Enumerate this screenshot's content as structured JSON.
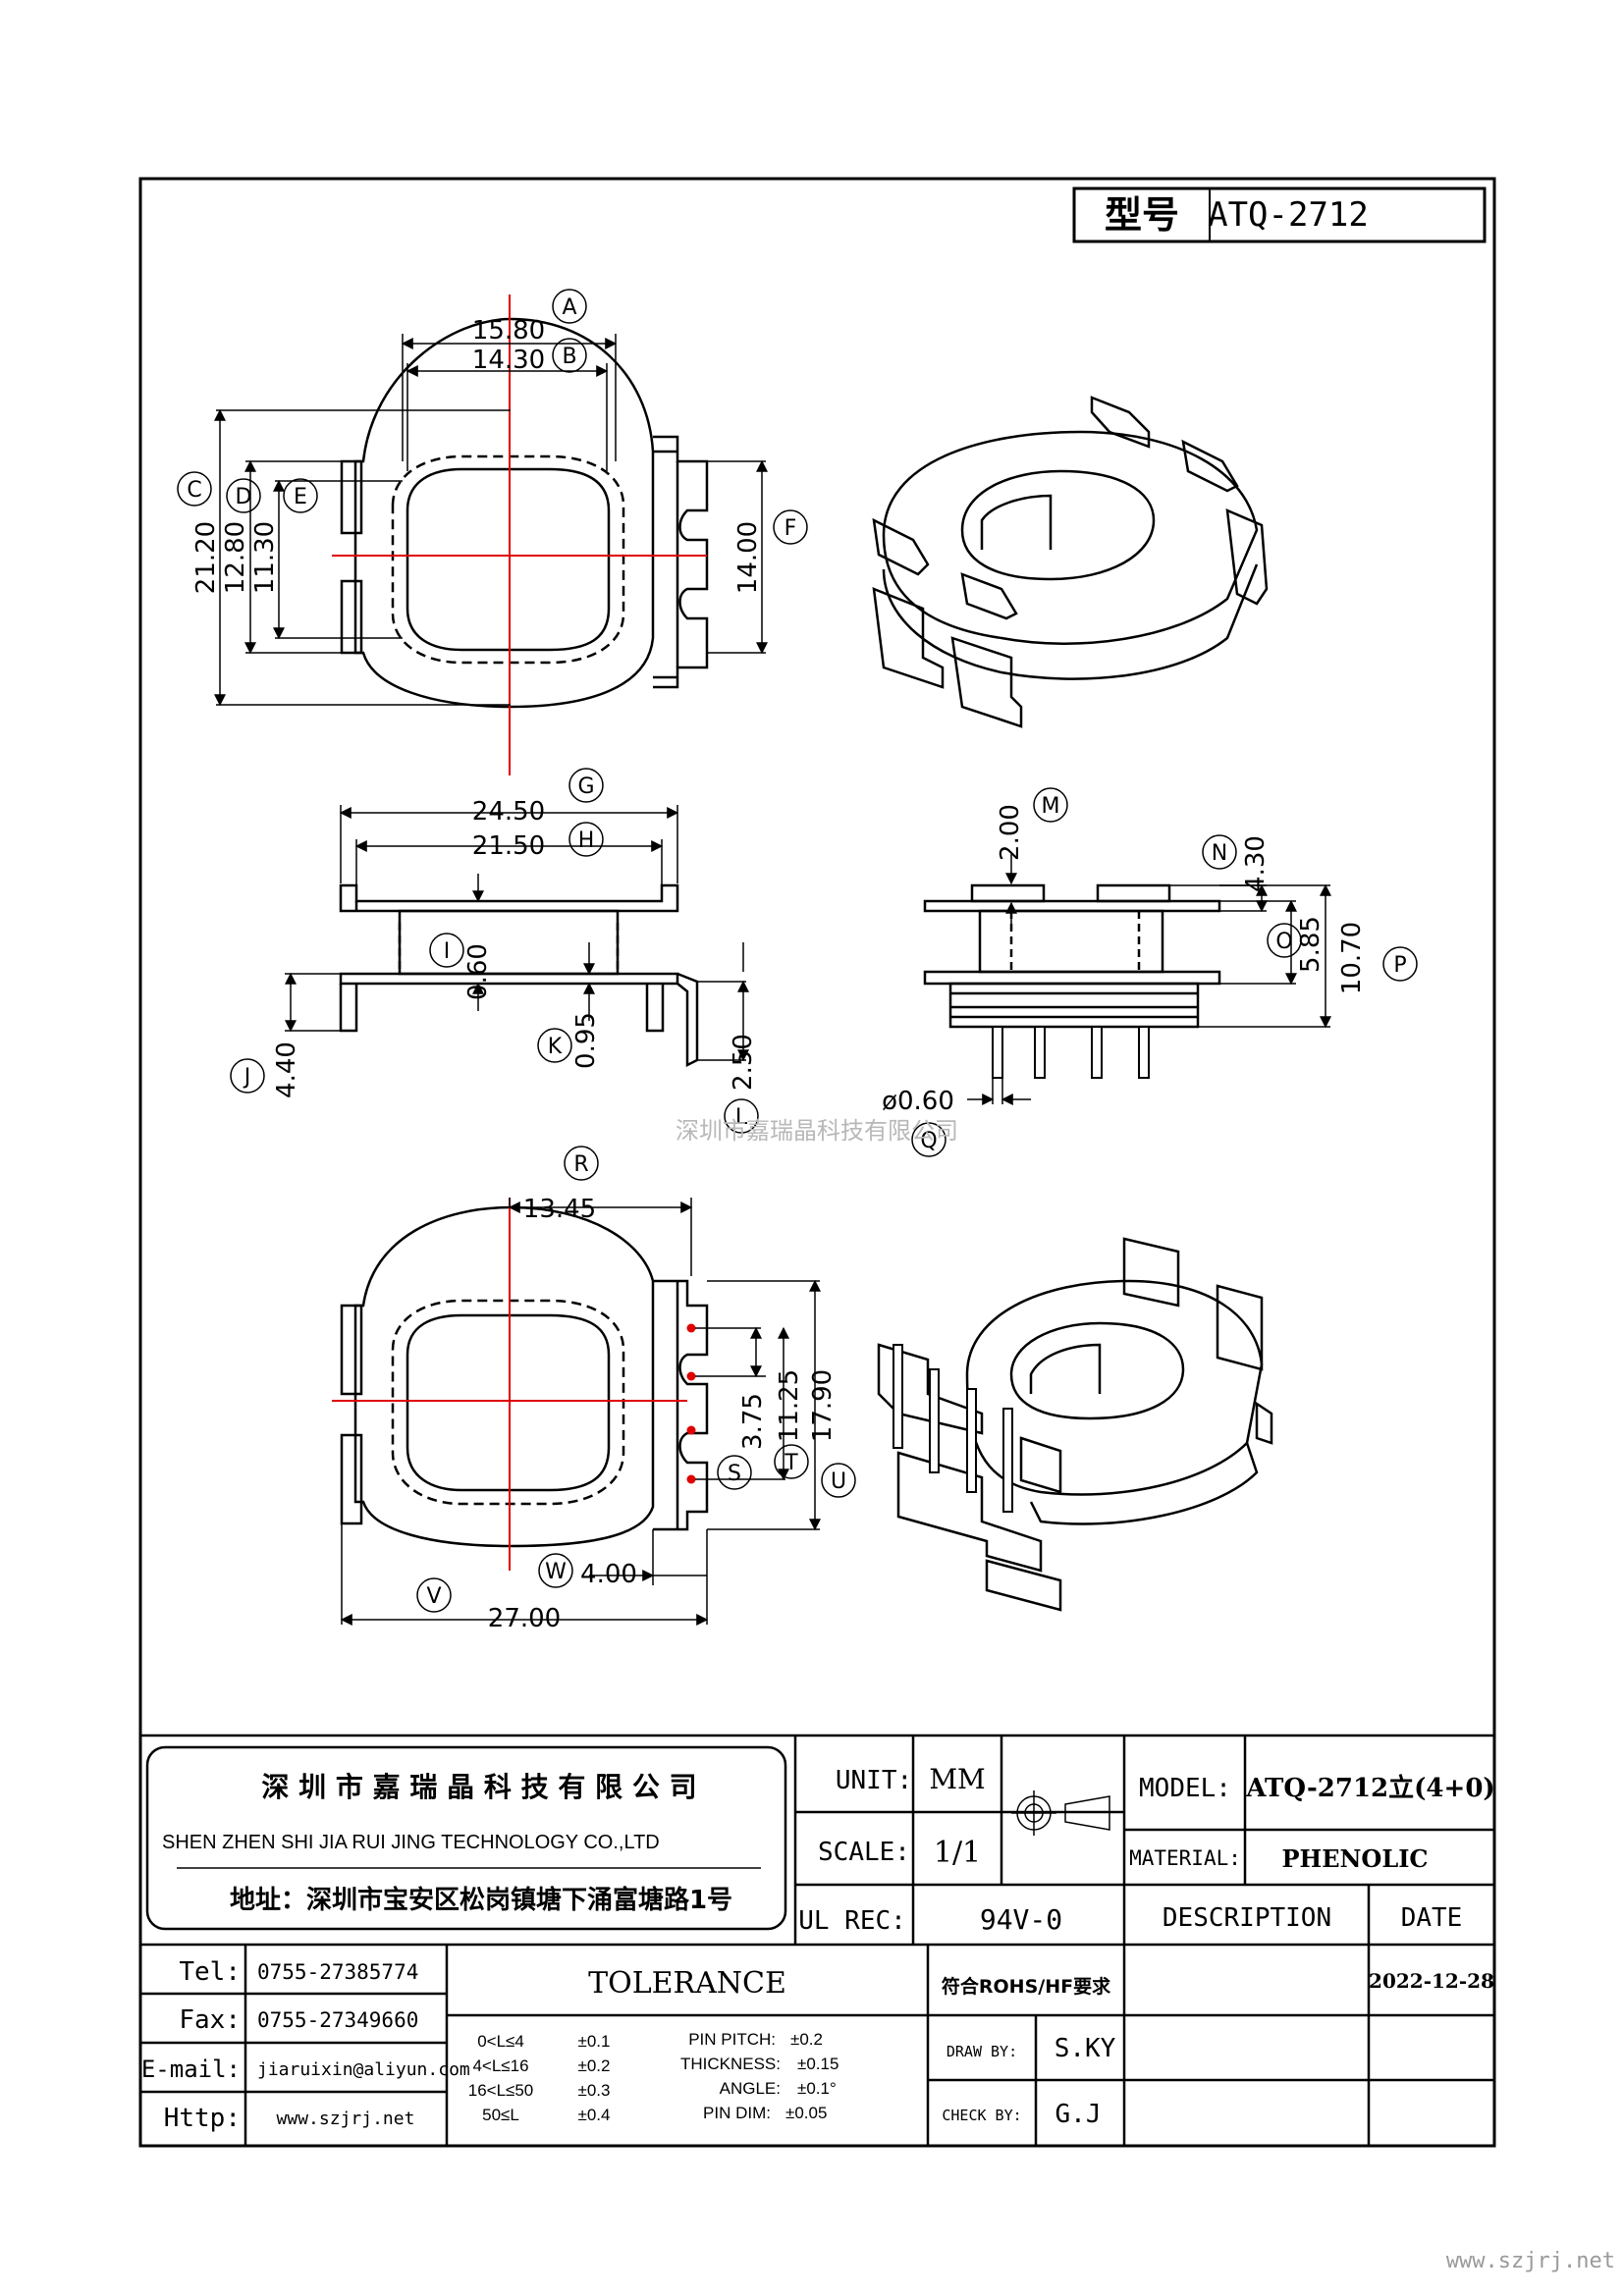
{
  "header": {
    "label": "型号",
    "model": "ATQ-2712"
  },
  "views": {
    "top": {
      "dims": {
        "A": "15.80",
        "B": "14.30",
        "C": "21.20",
        "D": "12.80",
        "E": "11.30",
        "F": "14.00"
      },
      "bubbles": [
        "A",
        "B",
        "C",
        "D",
        "E",
        "F"
      ]
    },
    "front": {
      "dims": {
        "G": "24.50",
        "H": "21.50",
        "I": "0.60",
        "J": "4.40",
        "K": "0.95",
        "L": "2.50"
      },
      "bubbles": [
        "G",
        "H",
        "I",
        "J",
        "K",
        "L"
      ]
    },
    "side": {
      "dims": {
        "M": "2.00",
        "N": "4.30",
        "O": "5.85",
        "P": "10.70",
        "Q": "ø0.60"
      },
      "bubbles": [
        "M",
        "N",
        "O",
        "P",
        "Q"
      ]
    },
    "bottom": {
      "dims": {
        "R": "13.45",
        "S": "3.75",
        "T": "11.25",
        "U": "17.90",
        "V": "27.00",
        "W": "4.00"
      },
      "bubbles": [
        "R",
        "S",
        "T",
        "U",
        "V",
        "W"
      ]
    }
  },
  "watermark_center": "深圳市嘉瑞晶科技有限公司",
  "watermark_corner": "www.szjrj.net",
  "title_block": {
    "company_cn": "深 圳 市 嘉 瑞 晶 科 技 有 限 公 司",
    "company_en": "SHEN ZHEN SHI  JIA RUI JING  TECHNOLOGY CO.,LTD",
    "address": "地址：深圳市宝安区松岗镇塘下涌富塘路1号",
    "unit_label": "UNIT:",
    "unit_value": "MM",
    "scale_label": "SCALE:",
    "scale_value": "1/1",
    "ulrec_label": "UL REC:",
    "ulrec_value": "94V-0",
    "model_label": "MODEL:",
    "model_value": "ATQ-2712立(4+0)",
    "material_label": "MATERIAL:",
    "material_value": "PHENOLIC",
    "description_label": "DESCRIPTION",
    "date_label": "DATE",
    "date_value": "2022-12-28",
    "rohs": "符合ROHS/HF要求",
    "tel_label": "Tel:",
    "tel_value": "0755-27385774",
    "fax_label": "Fax:",
    "fax_value": "0755-27349660",
    "email_label": "E-mail:",
    "email_value": "jiaruixin@aliyun.com",
    "http_label": "Http:",
    "http_value": "www.szjrj.net",
    "tolerance_label": "TOLERANCE",
    "tol_ranges": [
      {
        "range": "0<L≤4",
        "value": "±0.1"
      },
      {
        "range": "4<L≤16",
        "value": "±0.2"
      },
      {
        "range": "16<L≤50",
        "value": "±0.3"
      },
      {
        "range": "50≤L",
        "value": "±0.4"
      }
    ],
    "tol_specs": [
      {
        "label": "PIN PITCH:",
        "value": "±0.2"
      },
      {
        "label": "THICKNESS:",
        "value": "±0.15"
      },
      {
        "label": "ANGLE:",
        "value": "±0.1°"
      },
      {
        "label": "PIN DIM:",
        "value": "±0.05"
      }
    ],
    "draw_label": "DRAW BY:",
    "draw_value": "S.KY",
    "check_label": "CHECK BY:",
    "check_value": "G.J"
  }
}
